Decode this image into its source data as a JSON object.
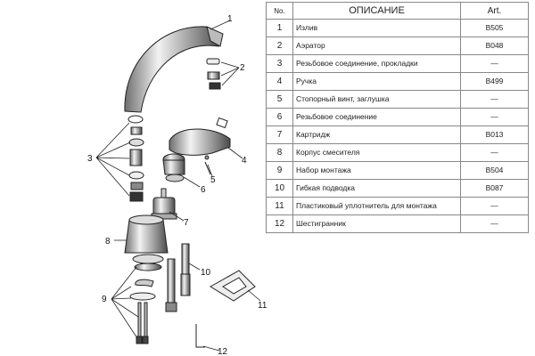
{
  "diagram": {
    "labels": [
      "1",
      "2",
      "3",
      "4",
      "5",
      "6",
      "7",
      "8",
      "9",
      "10",
      "11",
      "12"
    ]
  },
  "table": {
    "headers": {
      "no": "No.",
      "description": "ОПИСАНИЕ",
      "art": "Art."
    },
    "rows": [
      {
        "no": "1",
        "description": "Излив",
        "art": "B505"
      },
      {
        "no": "2",
        "description": "Аэратор",
        "art": "B048"
      },
      {
        "no": "3",
        "description": "Резьбовое соединение, прокладки",
        "art": "—"
      },
      {
        "no": "4",
        "description": "Ручка",
        "art": "B499"
      },
      {
        "no": "5",
        "description": "Стопорный винт, заглушка",
        "art": "—"
      },
      {
        "no": "6",
        "description": "Резьбовое соединение",
        "art": "—"
      },
      {
        "no": "7",
        "description": "Картридж",
        "art": "B013"
      },
      {
        "no": "8",
        "description": "Корпус смесителя",
        "art": "—"
      },
      {
        "no": "9",
        "description": "Набор монтажа",
        "art": "B504"
      },
      {
        "no": "10",
        "description": "Гибкая подводка",
        "art": "B087"
      },
      {
        "no": "11",
        "description": "Пластиковый уплотнитель для монтажа",
        "art": "—"
      },
      {
        "no": "12",
        "description": "Шестигранник",
        "art": "—"
      }
    ]
  }
}
